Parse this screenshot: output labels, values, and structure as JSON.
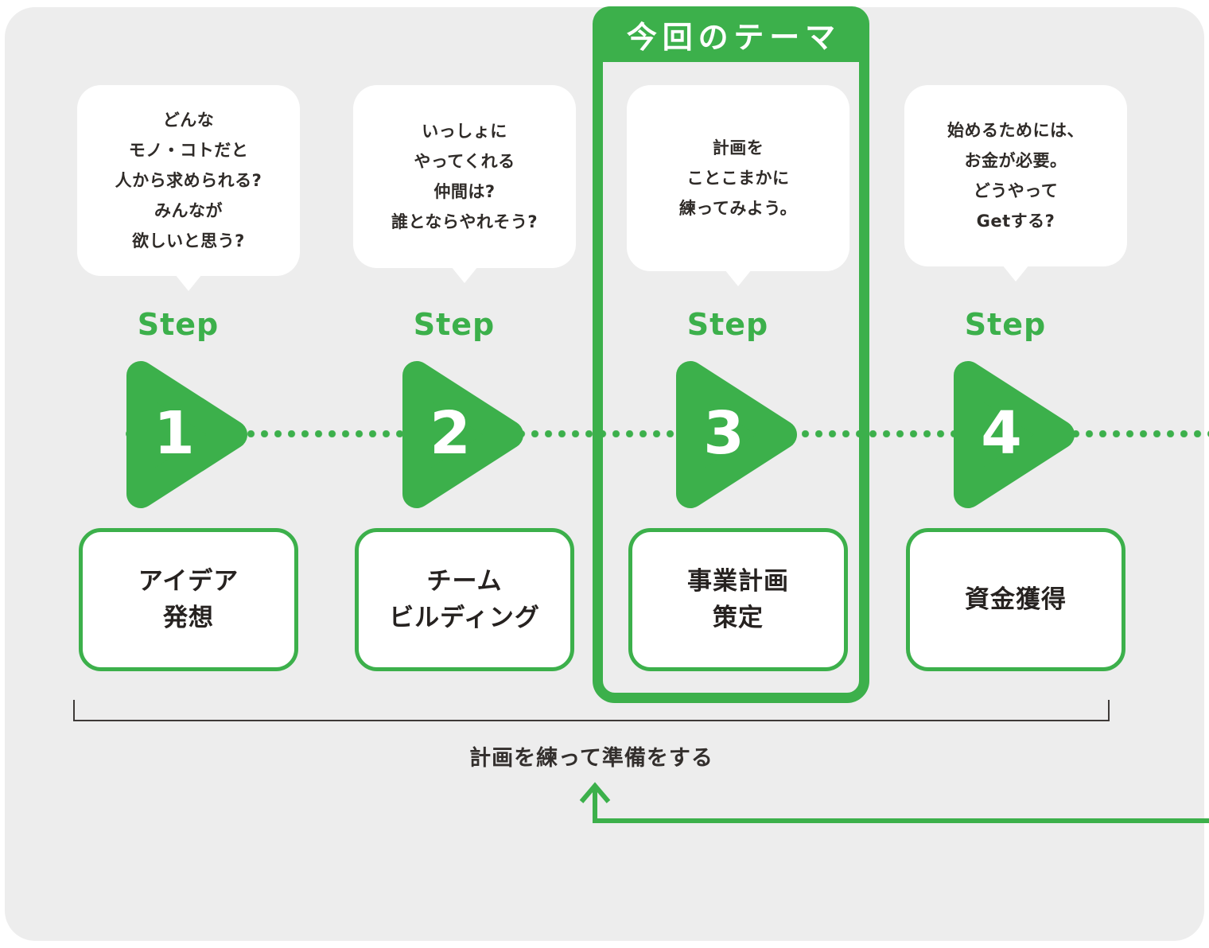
{
  "theme_banner": {
    "label": "今回のテーマ"
  },
  "steps": [
    {
      "step_label": "Step",
      "number": "1",
      "bubble": "どんな\nモノ・コトだと\n人から求められる?\nみんなが\n欲しいと思う?",
      "box": "アイデア\n発想"
    },
    {
      "step_label": "Step",
      "number": "2",
      "bubble": "いっしょに\nやってくれる\n仲間は?\n誰とならやれそう?",
      "box": "チーム\nビルディング"
    },
    {
      "step_label": "Step",
      "number": "3",
      "bubble": "計画を\nことこまかに\n練ってみよう。",
      "box": "事業計画\n策定"
    },
    {
      "step_label": "Step",
      "number": "4",
      "bubble": "始めるためには、\nお金が必要。\nどうやって\nGetする?",
      "box": "資金獲得"
    }
  ],
  "bottom": {
    "bracket_label": "計画を練って準備をする"
  },
  "colors": {
    "green": "#3cb04b",
    "panel_gray": "#ededed",
    "bubble_white": "#ffffff",
    "text_dark": "#2f2b28",
    "bracket_dark": "#3e3a38"
  }
}
